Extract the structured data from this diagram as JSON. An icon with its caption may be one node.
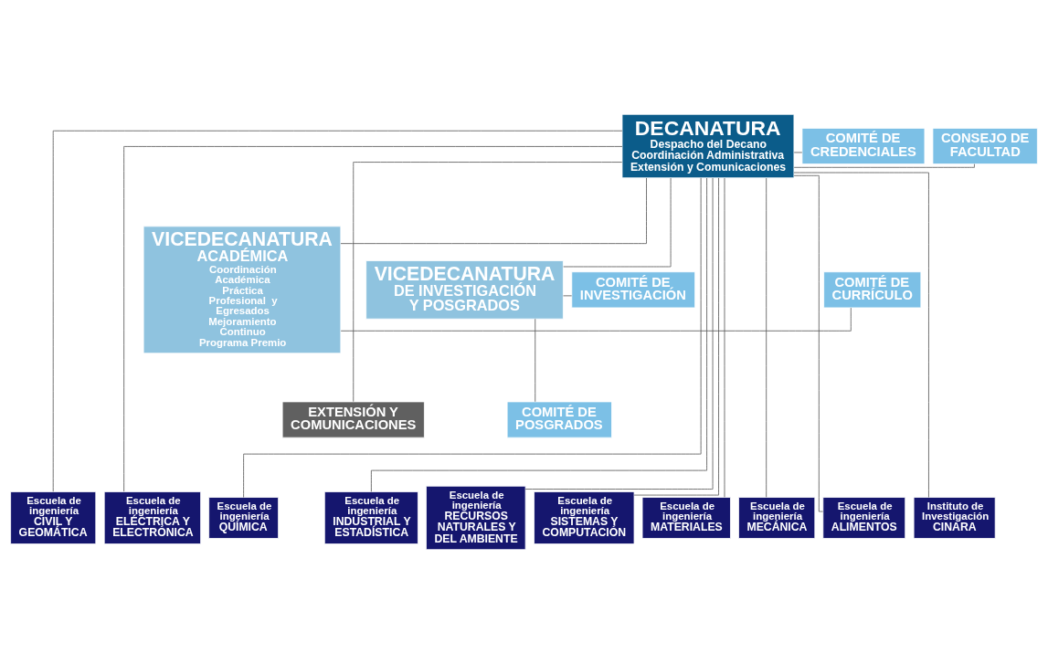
{
  "diagram": {
    "nodes": [
      {
        "text": [
          "DECANATURA",
          "Despacho del Decano",
          "Coordinación Administrativa",
          "Extensión y Comunicaciones"
        ]
      },
      {
        "text": [
          "CONSEJO DE FACULTAD"
        ]
      },
      {
        "text": [
          "COMITÉ DE CREDENCIALES"
        ]
      },
      {
        "text": [
          "VICEDECANATURA",
          "ACADÉMICA",
          "Coordinación Académica",
          "Práctica Profesional  y Egresados",
          "Mejoramiento Continuo",
          "Programa Premio"
        ]
      },
      {
        "text": [
          "COMITÉ DE CURRÍCULO"
        ]
      },
      {
        "text": [
          "VICEDECANATURA",
          "DE INVESTIGACIÓN Y POSGRADOS"
        ]
      },
      {
        "text": [
          "COMITÉ DE INVESTIGACIÓN"
        ]
      },
      {
        "text": [
          "COMITÉ DE POSGRADOS"
        ]
      },
      {
        "text": [
          "EXTENSIÓN Y COMUNICACIONES"
        ]
      },
      {
        "text": [
          "Escuela de ingeniería",
          "CIVIL Y GEOMÁTICA"
        ]
      },
      {
        "text": [
          "Escuela de ingeniería",
          "ELÉCTRICA Y ELECTRÓNICA"
        ]
      },
      {
        "text": [
          "Escuela de ingeniería",
          "QUÍMICA"
        ]
      },
      {
        "text": [
          "Escuela de ingeniería",
          "INDUSTRIAL Y ESTADÍSTICA"
        ]
      },
      {
        "text": [
          "Escuela de ingeniería",
          "RECURSOS NATURALES Y DEL AMBIENTE"
        ]
      },
      {
        "text": [
          "Escuela de ingeniería",
          "SISTEMAS Y COMPUTACIÓN"
        ]
      },
      {
        "text": [
          "Escuela de ingeniería",
          "MATERIALES"
        ]
      },
      {
        "text": [
          "Escuela de ingeniería",
          "MECÁNICA"
        ]
      },
      {
        "text": [
          "Escuela de ingeniería",
          "ALIMENTOS"
        ]
      },
      {
        "text": [
          "Instituto de Investigación",
          "CINARA"
        ]
      }
    ],
    "edges": [
      {
        "from": 0,
        "to": 1,
        "arrow": "none"
      },
      {
        "from": 0,
        "to": 2,
        "arrow": "none"
      },
      {
        "from": 0,
        "to": 3,
        "arrow": "none"
      },
      {
        "from": 0,
        "to": 5,
        "arrow": "none"
      },
      {
        "from": 3,
        "to": 4,
        "arrow": "none"
      },
      {
        "from": 5,
        "to": 6,
        "arrow": "none"
      },
      {
        "from": 5,
        "to": 7,
        "arrow": "none"
      },
      {
        "from": 0,
        "to": 8,
        "arrow": "none"
      },
      {
        "from": 0,
        "to": 9,
        "arrow": "none"
      },
      {
        "from": 0,
        "to": 10,
        "arrow": "none"
      },
      {
        "from": 0,
        "to": 11,
        "arrow": "none"
      },
      {
        "from": 0,
        "to": 12,
        "arrow": "none"
      },
      {
        "from": 0,
        "to": 13,
        "arrow": "none"
      },
      {
        "from": 0,
        "to": 14,
        "arrow": "none"
      },
      {
        "from": 0,
        "to": 15,
        "arrow": "none"
      },
      {
        "from": 0,
        "to": 16,
        "arrow": "none"
      },
      {
        "from": 0,
        "to": 17,
        "arrow": "none"
      },
      {
        "from": 0,
        "to": 18,
        "arrow": "none"
      }
    ]
  }
}
